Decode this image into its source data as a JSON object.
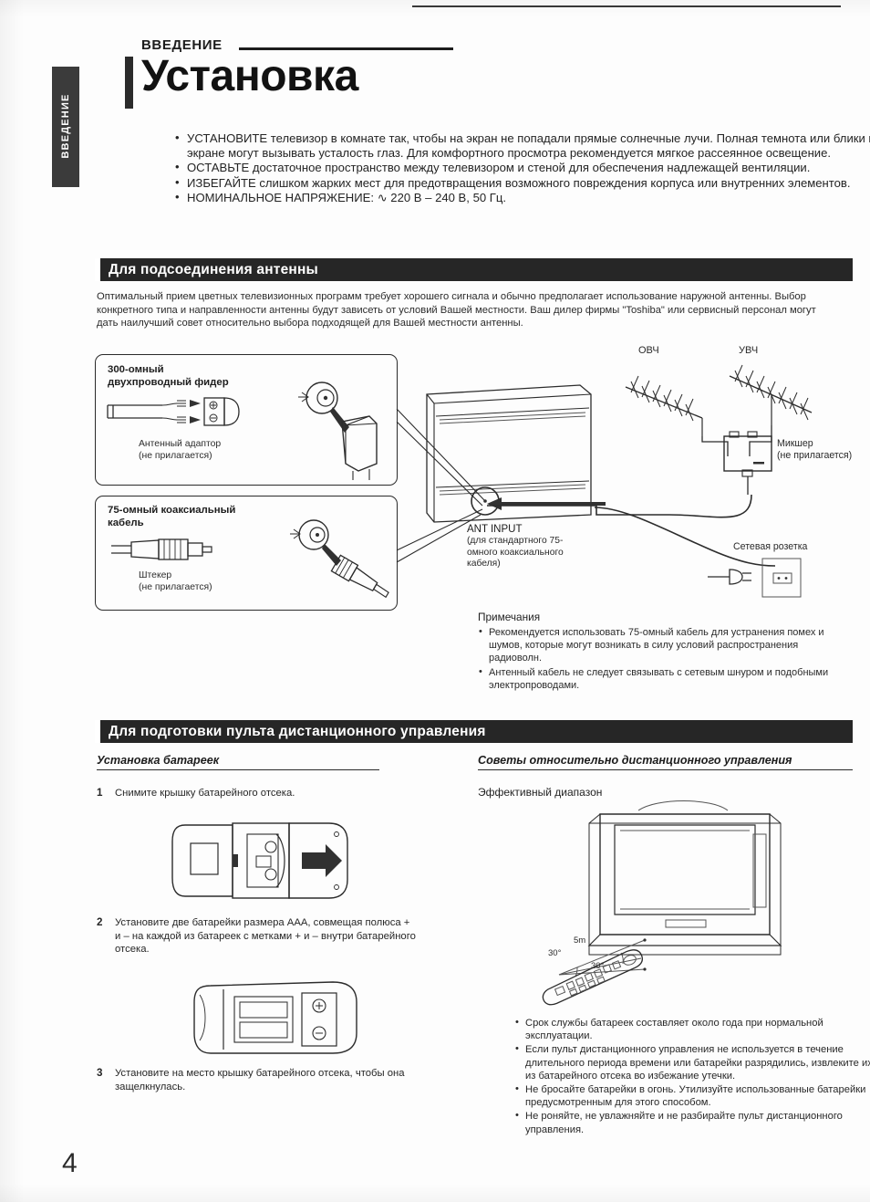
{
  "side_tab": {
    "label": "ВВЕДЕНИЕ"
  },
  "header": {
    "kicker": "ВВЕДЕНИЕ",
    "title": "Установка"
  },
  "intro_bullets": [
    "УСТАНОВИТЕ телевизор в комнате так, чтобы на экран не попадали прямые солнечные лучи. Полная темнота или блики на экране могут вызывать усталость глаз. Для комфортного просмотра рекомендуется мягкое рассеянное освещение.",
    "ОСТАВЬТЕ достаточное пространство между телевизором и стеной для обеспечения надлежащей вентиляции.",
    "ИЗБЕГАЙТЕ слишком жарких мест для предотвращения возможного повреждения корпуса или внутренних элементов.",
    "НОМИНАЛЬНОЕ НАПРЯЖЕНИЕ: ∿ 220 В – 240 В, 50 Гц."
  ],
  "antenna_section": {
    "bar_title": "Для подсоединения антенны",
    "paragraph": "Оптимальный прием цветных телевизионных программ требует хорошего сигнала и обычно предполагает использование наружной антенны. Выбор конкретного типа и направленности антенны будут зависеть от условий Вашей местности. Ваш дилер фирмы \"Toshiba\" или сервисный персонал могут дать наилучший совет относительно выбора подходящей для Вашей местности антенны.",
    "box_300": {
      "title_line1": "300-омный",
      "title_line2": "двухпроводный фидер",
      "caption_line1": "Антенный адаптор",
      "caption_line2": "(не прилагается)"
    },
    "box_75": {
      "title_line1": "75-омный коаксиальный",
      "title_line2": "кабель",
      "caption_line1": "Штекер",
      "caption_line2": "(не прилагается)"
    },
    "ant_input": {
      "label": "ANT INPUT",
      "desc_line1": "(для стандартного 75-",
      "desc_line2": "омного коаксиального",
      "desc_line3": "кабеля)"
    },
    "vhf_label": "ОВЧ",
    "uhf_label": "УВЧ",
    "mixer": {
      "line1": "Микшер",
      "line2": "(не прилагается)"
    },
    "wall_outlet": "Сетевая розетка",
    "notes": {
      "title": "Примечания",
      "items": [
        "Рекомендуется использовать 75-омный кабель для устранения помех и шумов, которые могут возникать в силу условий распространения радиоволн.",
        "Антенный кабель не следует связывать с сетевым шнуром и подобными электропроводами."
      ]
    }
  },
  "remote_section": {
    "bar_title": "Для подготовки пульта дистанционного управления",
    "left_subhead": "Установка батареек",
    "right_subhead": "Советы относительно дистанционного управления",
    "effective_range_label": "Эффективный диапазон",
    "steps": [
      {
        "num": "1",
        "text": "Снимите крышку батарейного отсека."
      },
      {
        "num": "2",
        "text": "Установите две батарейки размера ААА, совмещая полюса + и – на каждой из батареек с метками + и – внутри батарейного отсека."
      },
      {
        "num": "3",
        "text": "Установите на место крышку батарейного отсека, чтобы она защелкнулась."
      }
    ],
    "range_diagram": {
      "distance": "5m",
      "angle_left": "30°",
      "angle_right": "30°"
    },
    "tips": [
      "Срок службы батареек составляет около года при нормальной эксплуатации.",
      "Если пульт дистанционного управления не используется в течение длительного периода времени или батарейки разрядились, извлеките их из батарейного отсека во избежание утечки.",
      "Не бросайте батарейки в огонь. Утилизуйте использованные батарейки предусмотренным для этого способом.",
      "Не роняйте, не увлажняйте и не разбирайте пульт дистанционного управления."
    ]
  },
  "page_number": "4",
  "colors": {
    "bar_bg": "#262626",
    "ink": "#1a1a1a",
    "paper": "#fdfdfd"
  }
}
